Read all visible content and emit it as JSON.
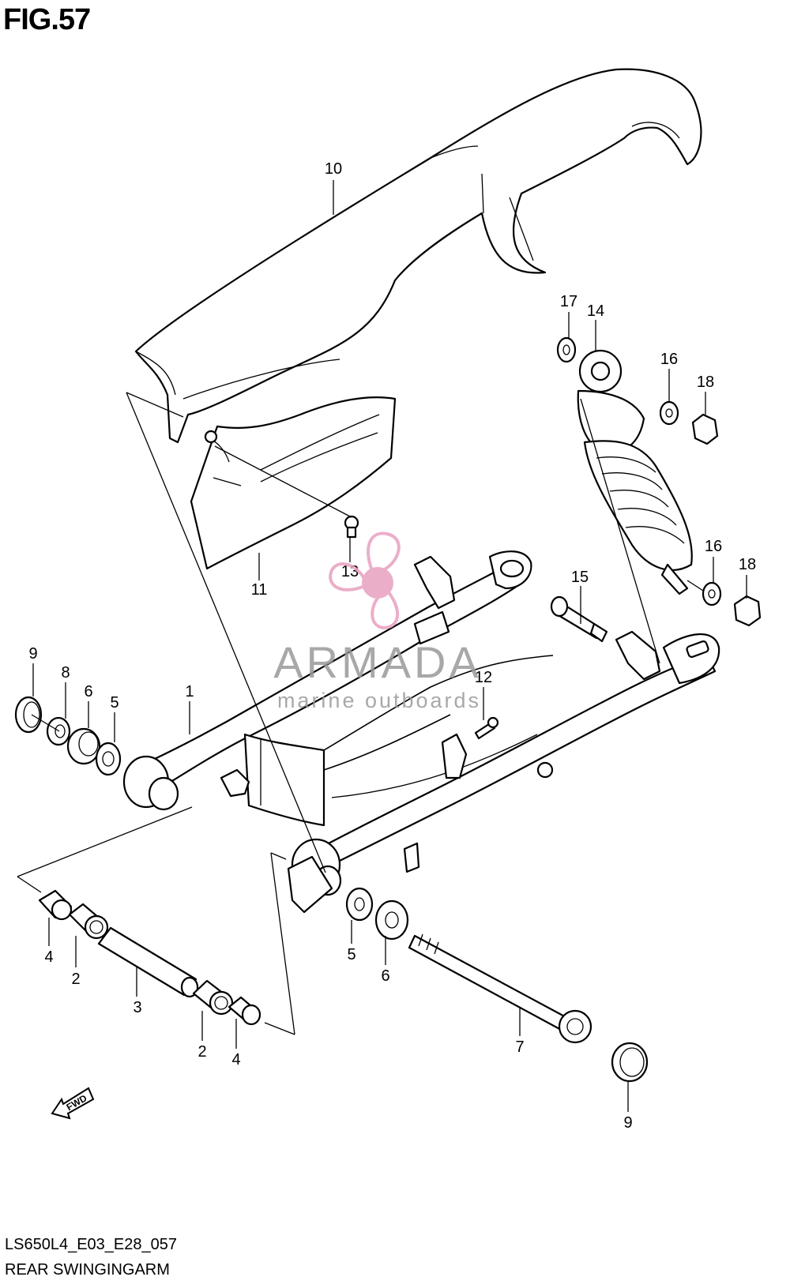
{
  "figure": {
    "title": "FIG.57",
    "code": "LS650L4_E03_E28_057",
    "name": "REAR SWINGINGARM"
  },
  "watermark": {
    "brand": "ARMADA",
    "tagline": "marine outboards",
    "color": "#e8a0c0",
    "text_color": "#9a9a9a"
  },
  "fwd_label": "FWD",
  "callouts": [
    {
      "id": "c10",
      "label": "10"
    },
    {
      "id": "c17",
      "label": "17"
    },
    {
      "id": "c14",
      "label": "14"
    },
    {
      "id": "c16a",
      "label": "16"
    },
    {
      "id": "c18a",
      "label": "18"
    },
    {
      "id": "c11",
      "label": "11"
    },
    {
      "id": "c13",
      "label": "13"
    },
    {
      "id": "c16b",
      "label": "16"
    },
    {
      "id": "c18b",
      "label": "18"
    },
    {
      "id": "c15",
      "label": "15"
    },
    {
      "id": "c12",
      "label": "12"
    },
    {
      "id": "c9a",
      "label": "9"
    },
    {
      "id": "c8",
      "label": "8"
    },
    {
      "id": "c6a",
      "label": "6"
    },
    {
      "id": "c5a",
      "label": "5"
    },
    {
      "id": "c1",
      "label": "1"
    },
    {
      "id": "c4a",
      "label": "4"
    },
    {
      "id": "c2a",
      "label": "2"
    },
    {
      "id": "c3",
      "label": "3"
    },
    {
      "id": "c2b",
      "label": "2"
    },
    {
      "id": "c4b",
      "label": "4"
    },
    {
      "id": "c5b",
      "label": "5"
    },
    {
      "id": "c6b",
      "label": "6"
    },
    {
      "id": "c7",
      "label": "7"
    },
    {
      "id": "c9b",
      "label": "9"
    }
  ]
}
